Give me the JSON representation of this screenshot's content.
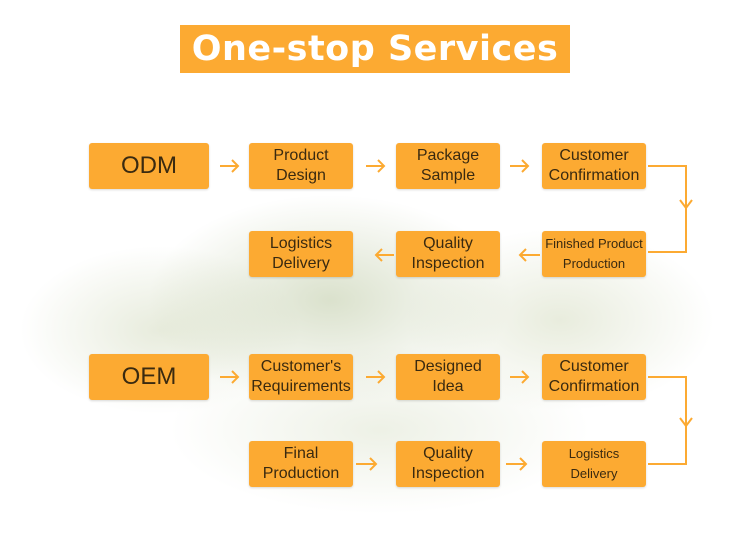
{
  "title": "One-stop Services",
  "odm": {
    "label": "ODM",
    "steps": [
      {
        "line1": "Product",
        "line2": "Design"
      },
      {
        "line1": "Package",
        "line2": "Sample"
      },
      {
        "line1": "Customer",
        "line2": "Confirmation"
      },
      {
        "line1": "Finished Product",
        "line2": "Production"
      },
      {
        "line1": "Quality",
        "line2": "Inspection"
      },
      {
        "line1": "Logistics",
        "line2": "Delivery"
      }
    ]
  },
  "oem": {
    "label": "OEM",
    "steps": [
      {
        "line1": "Customer's",
        "line2": "Requirements"
      },
      {
        "line1": "Designed",
        "line2": "Idea"
      },
      {
        "line1": "Customer",
        "line2": "Confirmation"
      },
      {
        "line1": "Logistics",
        "line2": "Delivery"
      },
      {
        "line1": "Quality",
        "line2": "Inspection"
      },
      {
        "line1": "Final",
        "line2": "Production"
      }
    ]
  },
  "colors": {
    "accent": "#fcaa32",
    "text": "#3a2a10",
    "title_text": "#ffffff"
  }
}
